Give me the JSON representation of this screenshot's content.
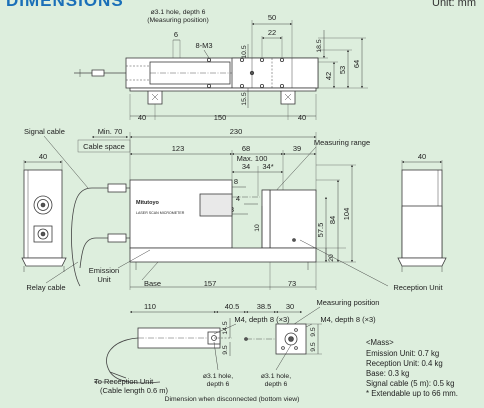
{
  "header": {
    "title": "DIMENSIONS",
    "unit": "Unit: mm"
  },
  "top_view": {
    "hole_note": "ø3.1 hole, depth 6",
    "hole_note_sub": "(Measuring position)",
    "screw_note": "8-M3",
    "dims": {
      "d6": "6",
      "d50": "50",
      "d22": "22",
      "d10_5": "10.5",
      "d18_5": "18.5",
      "d42": "42",
      "d53": "53",
      "d64": "64",
      "d15_5": "15.5",
      "d40a": "40",
      "d150": "150",
      "d40b": "40"
    }
  },
  "front_view": {
    "signal_cable": "Signal cable",
    "min70": "Min. 70",
    "cable_space": "Cable space",
    "d230": "230",
    "d123": "123",
    "d68": "68",
    "d39": "39",
    "measuring_range": "Measuring range",
    "max100": "Max. 100",
    "d34": "34",
    "d34s": "34*",
    "d8a": "8",
    "d4": "4",
    "d8b": "8",
    "d10": "10",
    "d57_5": "57.5",
    "d84": "84",
    "d104": "104",
    "d20": "20",
    "emission_unit_1": "Emission",
    "emission_unit_2": "Unit",
    "base": "Base",
    "d157": "157",
    "d73": "73",
    "reception_unit": "Reception Unit",
    "relay_cable": "Relay cable",
    "left_d40": "40",
    "right_d40": "40",
    "brand": "Mitutoyo",
    "product": "LASER SCAN MICROMETER"
  },
  "bottom_view": {
    "d110": "110",
    "d40_5": "40.5",
    "d38_5": "38.5",
    "d30": "30",
    "measuring_position": "Measuring position",
    "m4_left": "M4, depth 8 (×3)",
    "m4_right": "M4, depth 8 (×3)",
    "d14_5": "14.5",
    "d9_5a": "9.5",
    "d9_5b": "9.5",
    "d9_5c": "9.5",
    "to_reception": "To Reception Unit",
    "cable_length": "(Cable length 0.6 m)",
    "hole_left_1": "ø3.1 hole,",
    "hole_left_2": "depth 6",
    "hole_right_1": "ø3.1 hole,",
    "hole_right_2": "depth 6",
    "caption": "Dimension when disconnected (bottom view)"
  },
  "mass": {
    "heading": "<Mass>",
    "emission": "Emission Unit: 0.7 kg",
    "reception": "Reception Unit: 0.4 kg",
    "base": "Base: 0.3 kg",
    "cable": "Signal cable (5 m): 0.5 kg",
    "note": "* Extendable up to 66 mm."
  }
}
